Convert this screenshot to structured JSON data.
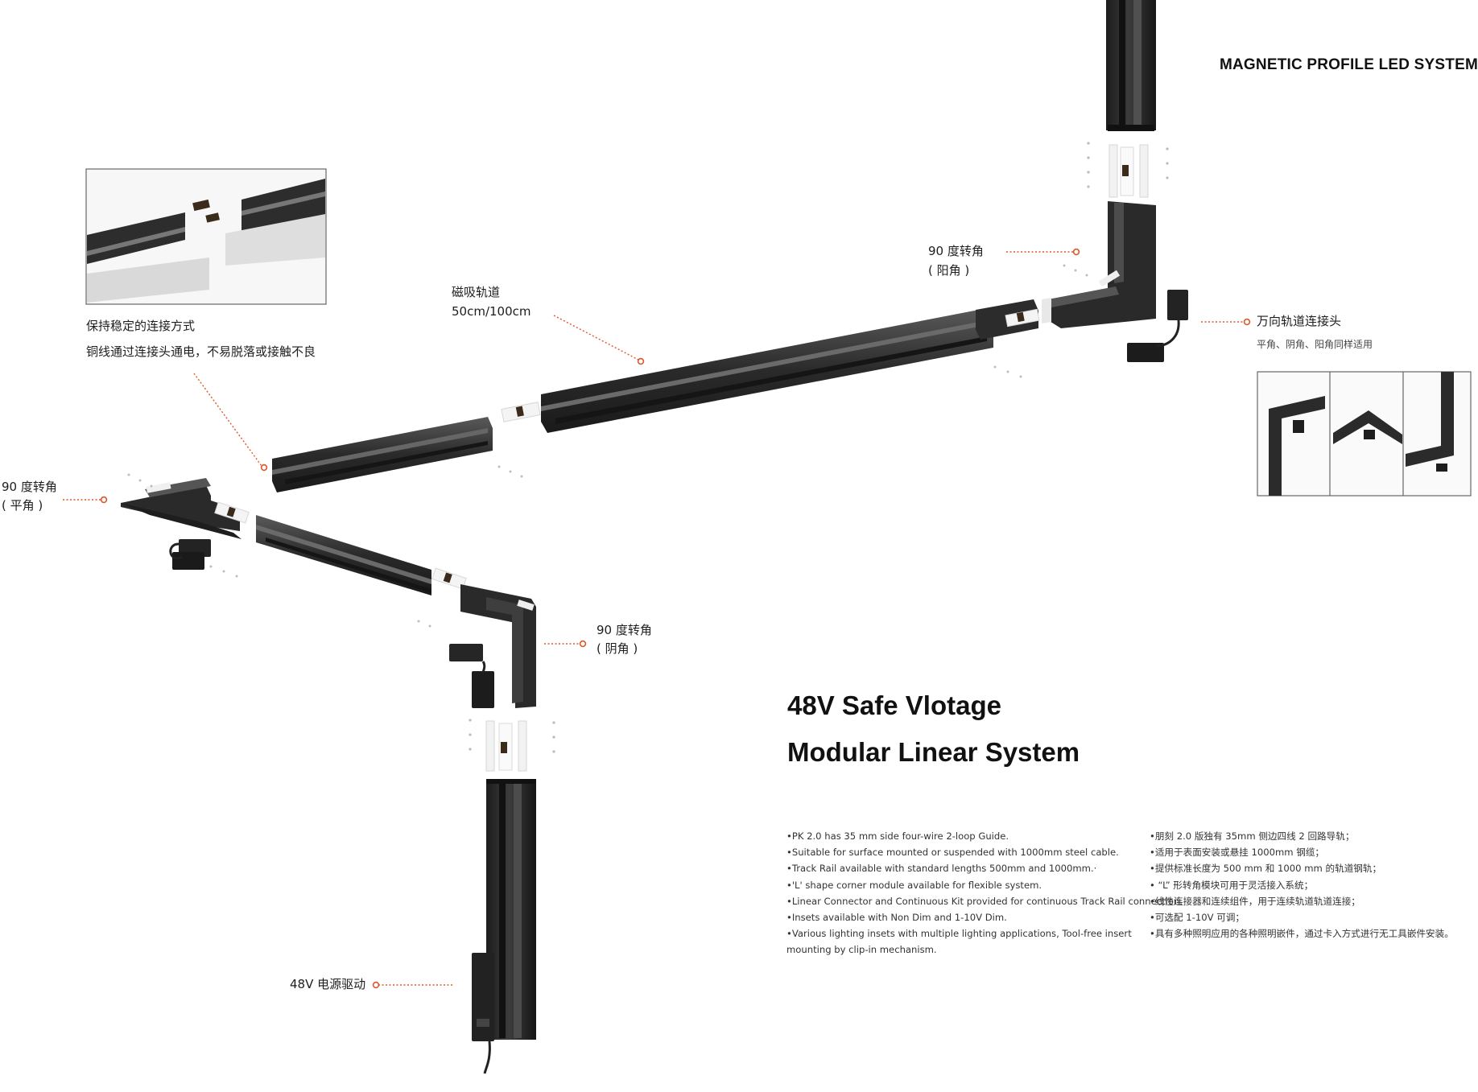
{
  "header": {
    "title": "MAGNETIC PROFILE LED SYSTEM"
  },
  "callouts": {
    "stable_connection": {
      "line1": "保持稳定的连接方式",
      "line2": "铜线通过连接头通电，不易脱落或接触不良"
    },
    "magnetic_track": {
      "line1": "磁吸轨道",
      "line2": "50cm/100cm"
    },
    "corner_outer": {
      "line1": "90 度转角",
      "line2": "( 阳角 )"
    },
    "corner_flat": {
      "line1": "90 度转角",
      "line2": "( 平角 )"
    },
    "corner_inner": {
      "line1": "90 度转角",
      "line2": "( 阴角 )"
    },
    "universal_connector": {
      "title": "万向轨道连接头",
      "subtitle": "平角、阴角、阳角同样适用"
    },
    "power_driver": {
      "label": "48V 电源驱动"
    }
  },
  "headline": {
    "line1": "48V Safe Vlotage",
    "line2": "Modular Linear System"
  },
  "features_en": [
    "•PK 2.0 has 35 mm side four-wire 2-loop Guide.",
    "•Suitable for surface mounted or suspended with 1000mm steel cable.",
    "•Track Rail available with standard lengths 500mm and 1000mm.·",
    "•'L' shape corner module available for flexible system.",
    "•Linear Connector and Continuous Kit provided for continuous Track Rail connection.",
    "•Insets available with Non Dim and 1-10V Dim.",
    "•Various lighting insets with multiple lighting applications, Tool-free insert mounting by clip-in mechanism."
  ],
  "features_cn": [
    "•朋刻 2.0 版独有 35mm 侧边四线 2 回路导轨；",
    "•适用于表面安装或悬挂 1000mm 钢缆；",
    "•提供标准长度为 500 mm 和 1000 mm 的轨道钢轨；",
    "• “L” 形转角模块可用于灵活接入系统；",
    "•线性连接器和连续组件，用于连续轨道轨道连接；",
    "•可选配 1-10V 可调；",
    "•具有多种照明应用的各种照明嵌件，通过卡入方式进行无工具嵌件安装。"
  ],
  "colors": {
    "accent": "#e0562a",
    "rail": "#2b2b2b",
    "rail_light": "#4a4a4a",
    "text": "#1a1a1a"
  }
}
